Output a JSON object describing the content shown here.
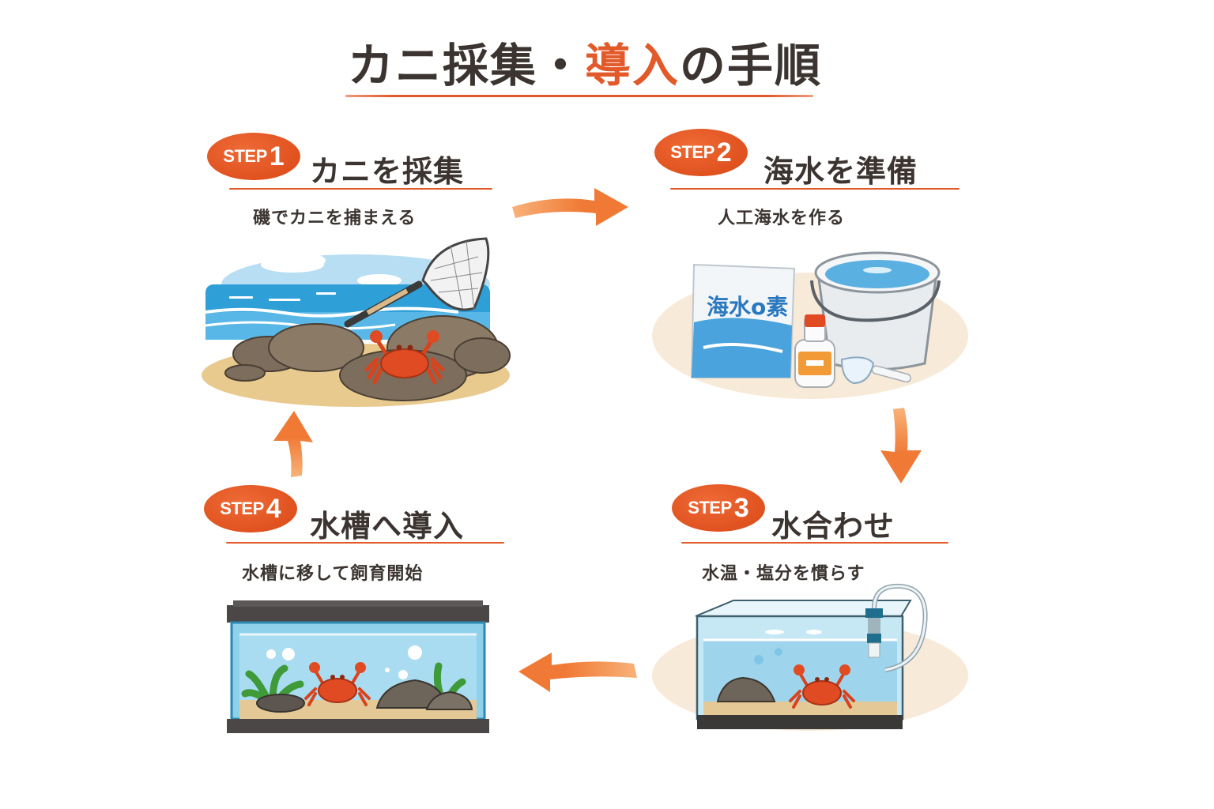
{
  "title": {
    "part1": "カニ採集・",
    "accent": "導入",
    "part2": "の手順"
  },
  "colors": {
    "accent": "#e2592a",
    "arrow": "#f07a35",
    "text": "#3b3431"
  },
  "steps": [
    {
      "badge_word": "STEP",
      "badge_num": "1",
      "title": "カニを採集",
      "subtitle": "磯でカニを捕まえる",
      "illustration": "beach-rocks-crab-net"
    },
    {
      "badge_word": "STEP",
      "badge_num": "2",
      "title": "海水を準備",
      "subtitle": "人工海水を作る",
      "illustration": "sea-salt-bag-bucket",
      "bag_label": "海水o素"
    },
    {
      "badge_word": "STEP",
      "badge_num": "3",
      "title": "水合わせ",
      "subtitle": "水温・塩分を慣らす",
      "illustration": "acclimation-tank-with-tube"
    },
    {
      "badge_word": "STEP",
      "badge_num": "4",
      "title": "水槽へ導入",
      "subtitle": "水槽に移して飼育開始",
      "illustration": "aquarium-with-crab"
    }
  ],
  "arrows": [
    {
      "from": "step1",
      "to": "step2",
      "direction": "right"
    },
    {
      "from": "step2",
      "to": "step3",
      "direction": "down"
    },
    {
      "from": "step3",
      "to": "step4",
      "direction": "left"
    },
    {
      "from": "step4",
      "to": "step1",
      "direction": "up"
    }
  ]
}
